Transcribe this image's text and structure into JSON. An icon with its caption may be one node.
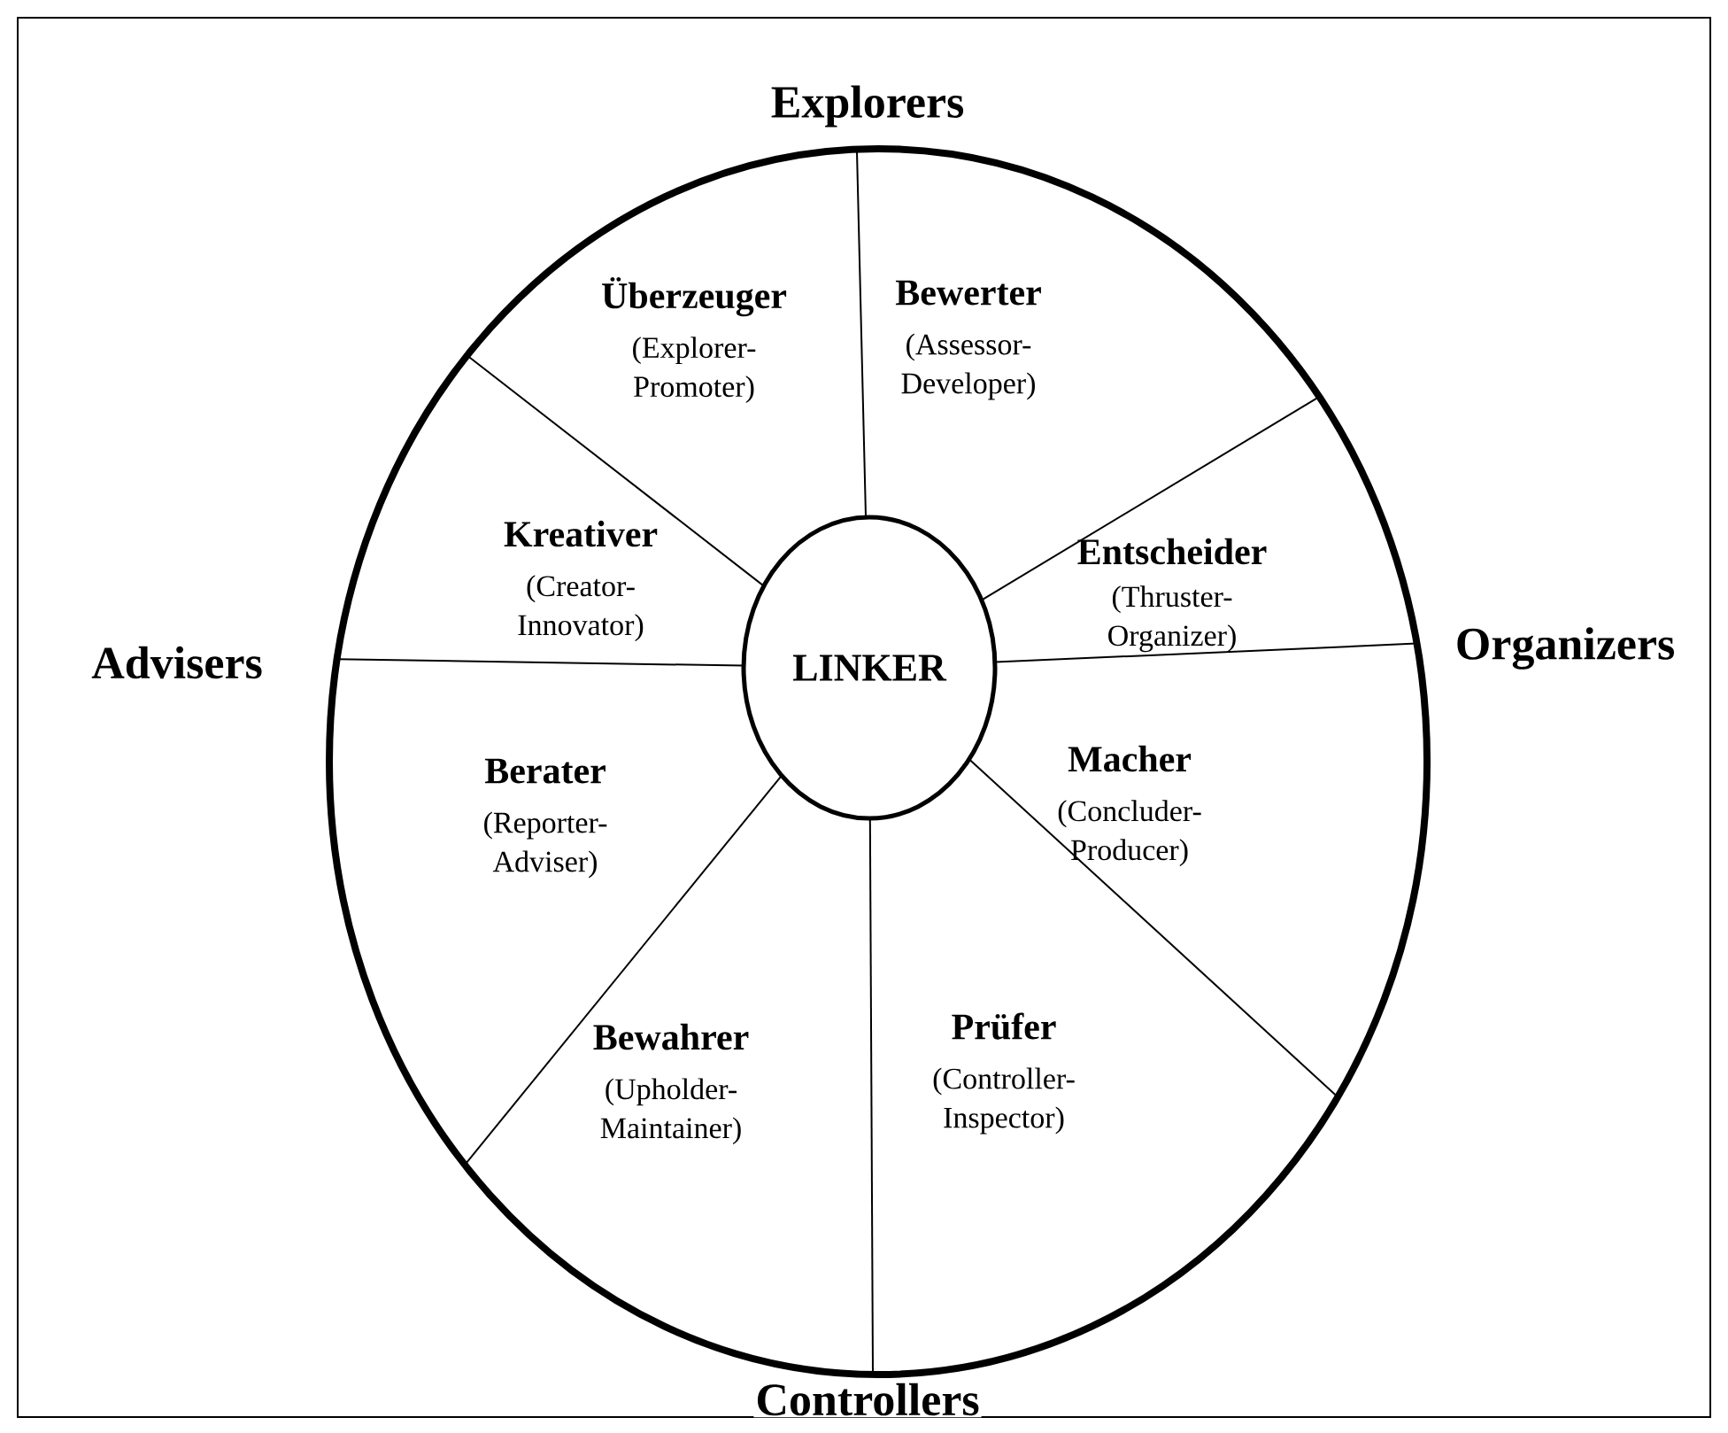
{
  "diagram": {
    "nodes": [
      {
        "text": [],
        "shape": "circle"
      },
      {
        "text": [
          "LINKER"
        ],
        "in": 0
      },
      {
        "text": [
          "Überzeuger",
          "(Explorer-Promoter)"
        ],
        "in": 0
      },
      {
        "text": [
          "Bewerter",
          "(Assessor-Developer)"
        ],
        "in": 0
      },
      {
        "text": [
          "Kreativer",
          "(Creator-Innovator)"
        ],
        "in": 0
      },
      {
        "text": [
          "Entscheider",
          "(Thruster-Organizer)"
        ],
        "in": 0
      },
      {
        "text": [
          "Berater",
          "(Reporter-Adviser)"
        ],
        "in": 0
      },
      {
        "text": [
          "Macher",
          "(Concluder-Producer)"
        ],
        "in": 0
      },
      {
        "text": [
          "Bewahrer",
          "(Upholder-Maintainer)"
        ],
        "in": 0
      },
      {
        "text": [
          "Prüfer",
          "(Controller-Inspector)"
        ],
        "in": 0
      }
    ],
    "labels": [
      "Explorers",
      "Advisers",
      "Organizers",
      "Controllers"
    ]
  }
}
